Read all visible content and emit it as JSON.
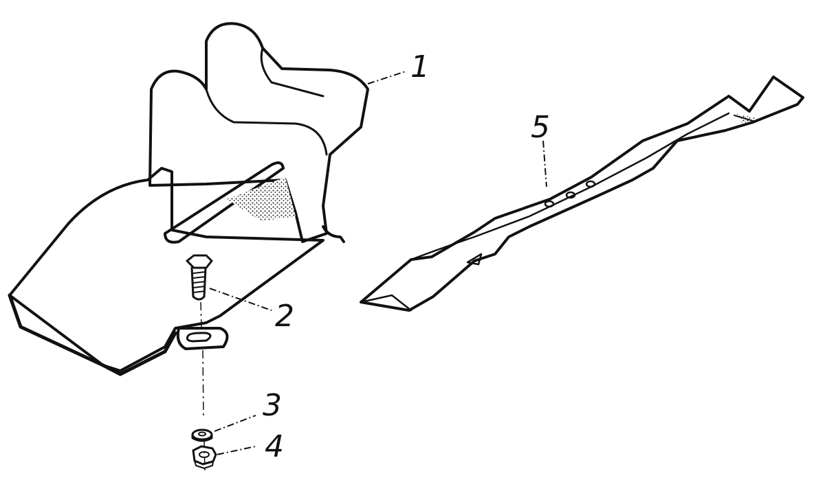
{
  "diagram": {
    "callouts": [
      {
        "id": "1",
        "label": "1"
      },
      {
        "id": "2",
        "label": "2"
      },
      {
        "id": "3",
        "label": "3"
      },
      {
        "id": "4",
        "label": "4"
      },
      {
        "id": "5",
        "label": "5"
      }
    ],
    "colors": {
      "ink": "#111111",
      "paper": "#ffffff",
      "shade": "#d9d9d9"
    }
  }
}
